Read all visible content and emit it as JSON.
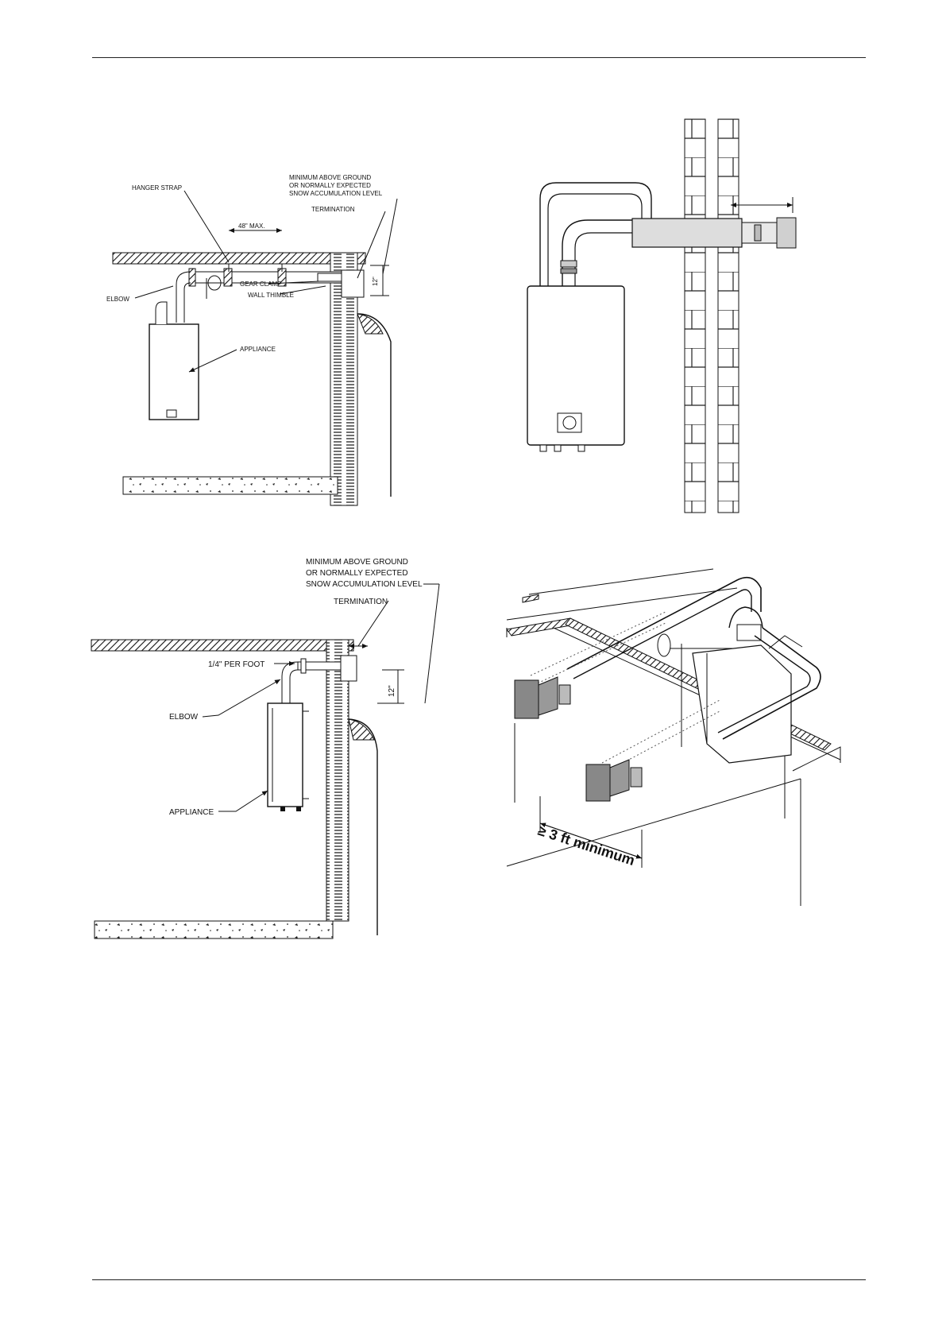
{
  "fig1": {
    "hanger_strap": "HANGER STRAP",
    "max_spacing": "48\" MAX.",
    "min_above_ground": [
      "MINIMUM ABOVE GROUND",
      "OR NORMALLY EXPECTED",
      "SNOW ACCUMULATION LEVEL"
    ],
    "termination": "TERMINATION",
    "elbow": "ELBOW",
    "gear_clamp": "GEAR CLAMP",
    "wall_thimble": "WALL THIMBLE",
    "appliance": "APPLIANCE",
    "dim_12": "12\""
  },
  "fig3": {
    "min_above_ground": [
      "MINIMUM ABOVE GROUND",
      "OR NORMALLY EXPECTED",
      "SNOW ACCUMULATION LEVEL"
    ],
    "termination": "TERMINATION",
    "slope": "1/4\" PER FOOT",
    "elbow": "ELBOW",
    "appliance": "APPLIANCE",
    "dim_12": "12\""
  },
  "fig4": {
    "separation": "≥ 3 ft minimum"
  }
}
